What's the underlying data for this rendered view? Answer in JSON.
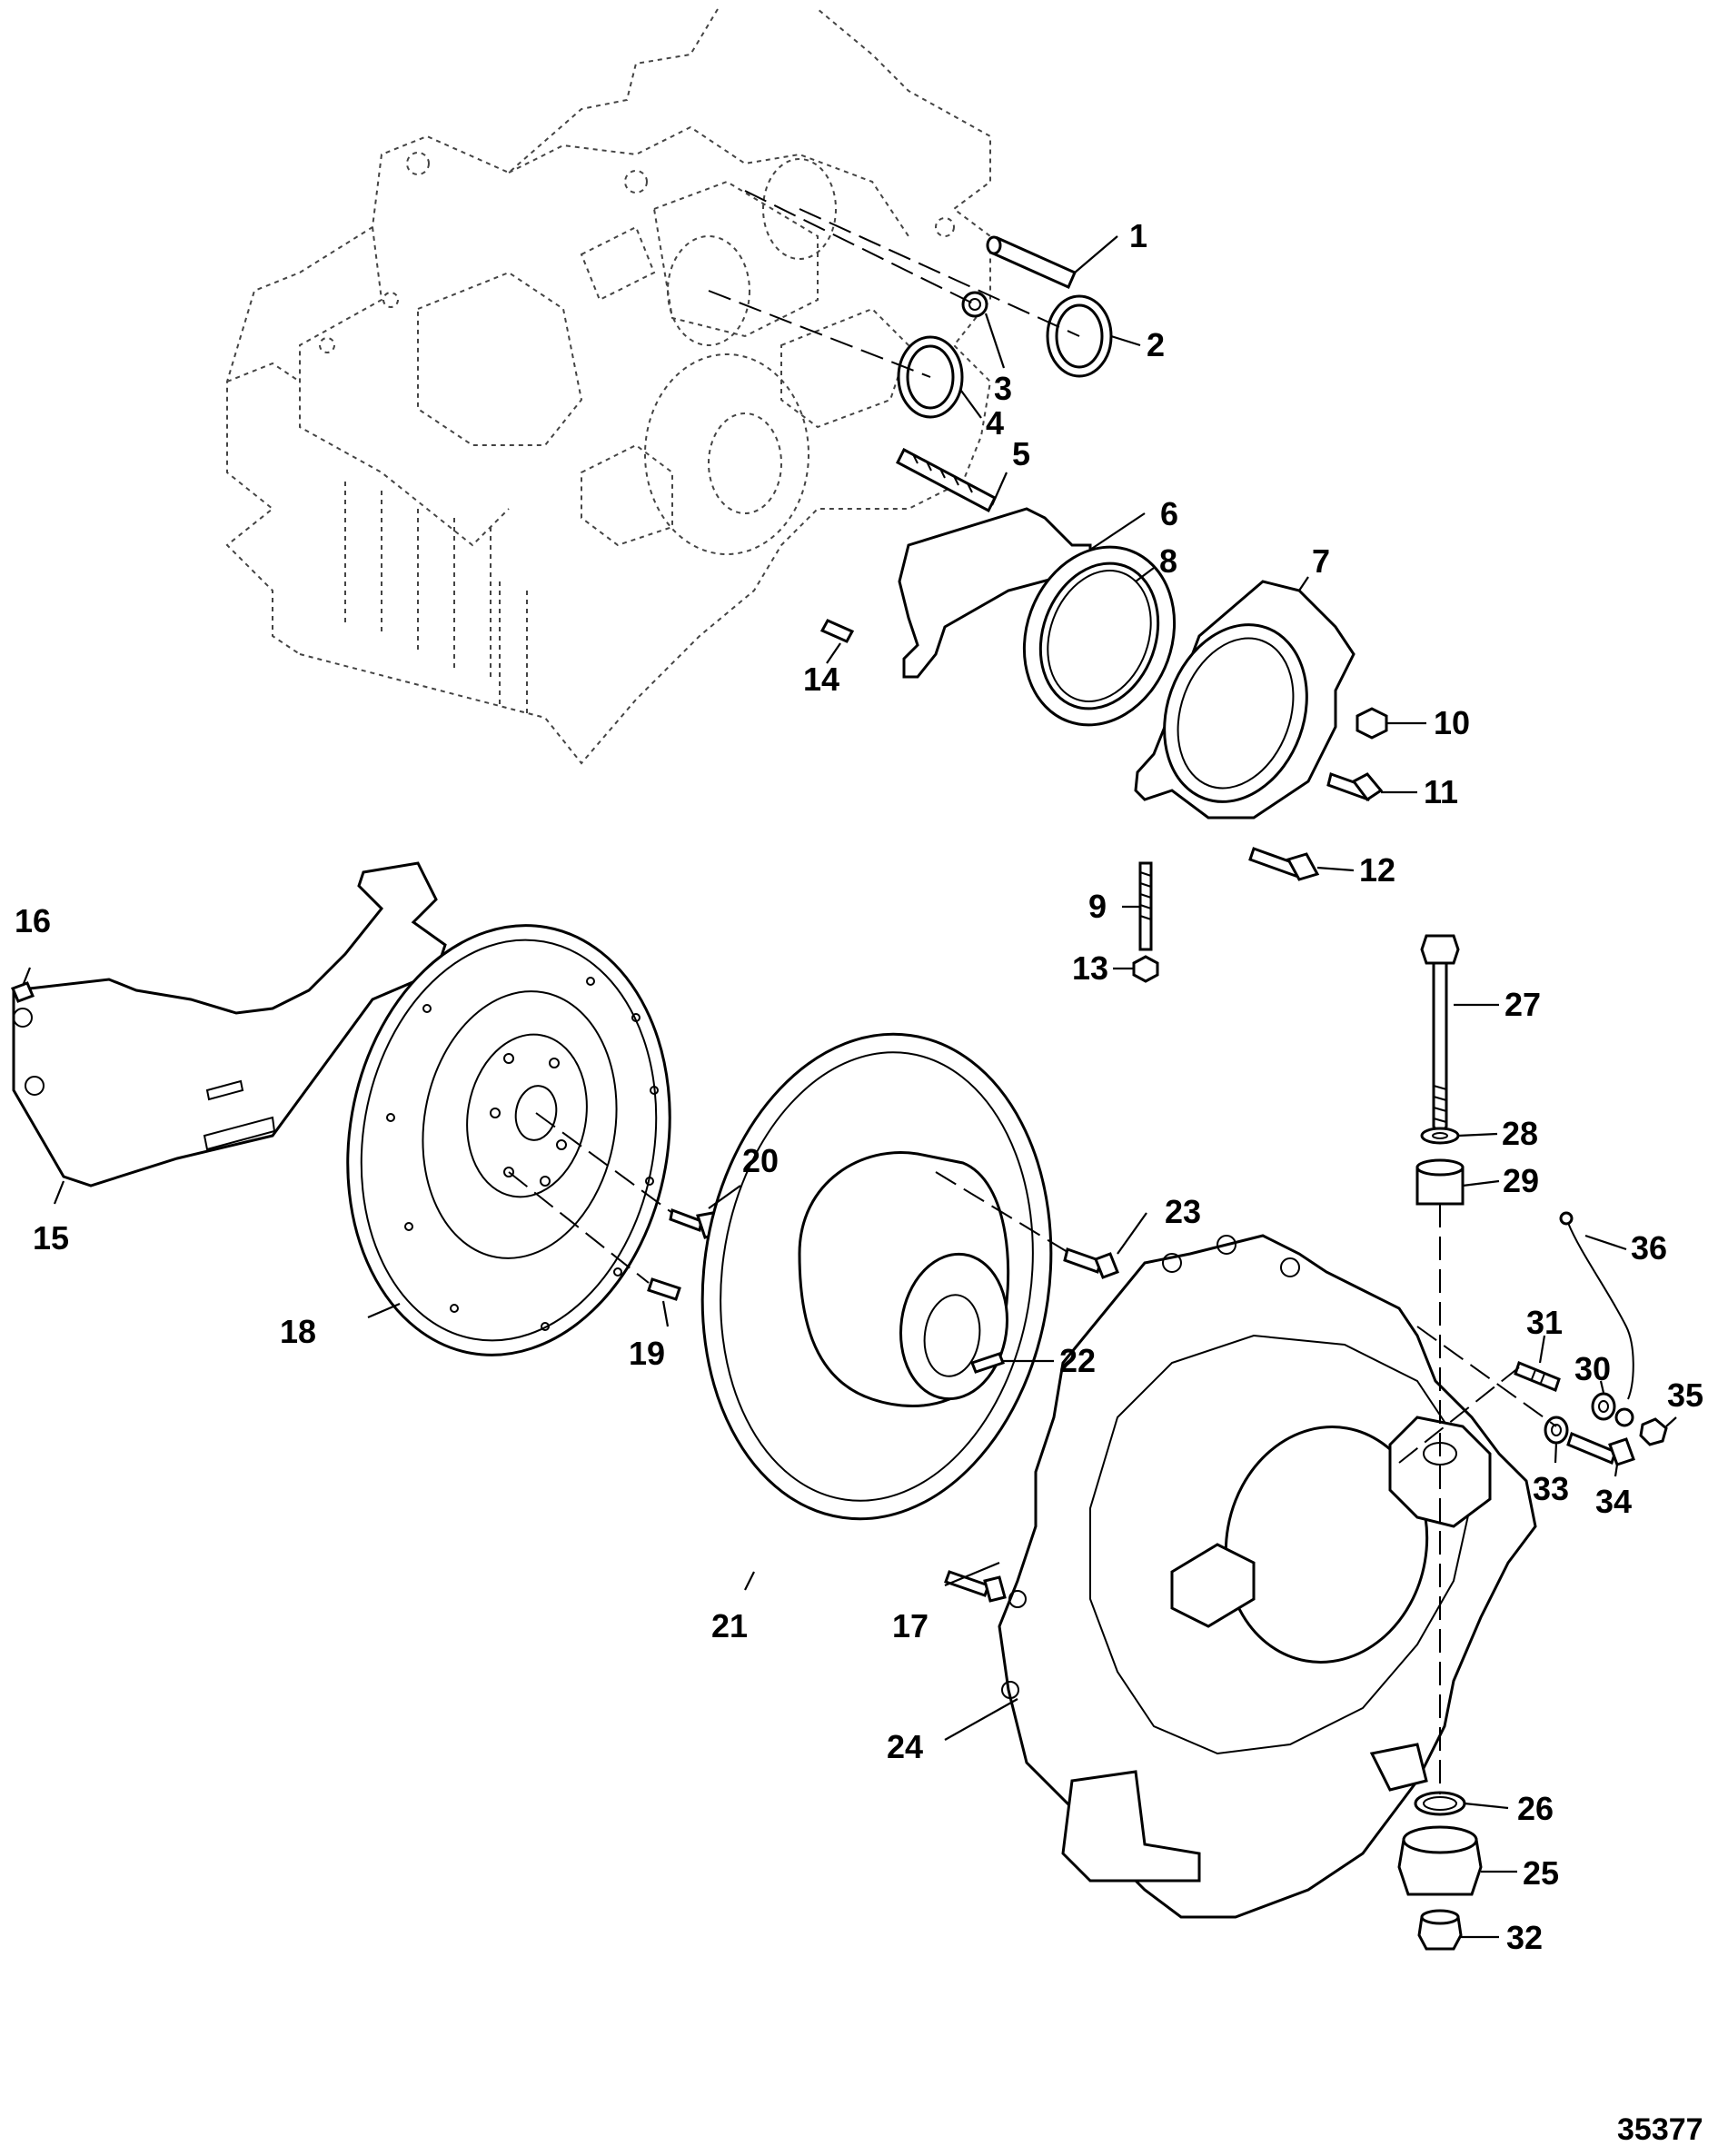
{
  "figure_number": "35377",
  "callouts": [
    {
      "id": "c1",
      "text": "1"
    },
    {
      "id": "c2",
      "text": "2"
    },
    {
      "id": "c3",
      "text": "3"
    },
    {
      "id": "c4",
      "text": "4"
    },
    {
      "id": "c5",
      "text": "5"
    },
    {
      "id": "c6",
      "text": "6"
    },
    {
      "id": "c7",
      "text": "7"
    },
    {
      "id": "c8",
      "text": "8"
    },
    {
      "id": "c9",
      "text": "9"
    },
    {
      "id": "c10",
      "text": "10"
    },
    {
      "id": "c11",
      "text": "11"
    },
    {
      "id": "c12",
      "text": "12"
    },
    {
      "id": "c13",
      "text": "13"
    },
    {
      "id": "c14",
      "text": "14"
    },
    {
      "id": "c15",
      "text": "15"
    },
    {
      "id": "c16",
      "text": "16"
    },
    {
      "id": "c17",
      "text": "17"
    },
    {
      "id": "c18",
      "text": "18"
    },
    {
      "id": "c19",
      "text": "19"
    },
    {
      "id": "c20",
      "text": "20"
    },
    {
      "id": "c21",
      "text": "21"
    },
    {
      "id": "c22",
      "text": "22"
    },
    {
      "id": "c23",
      "text": "23"
    },
    {
      "id": "c24",
      "text": "24"
    },
    {
      "id": "c25",
      "text": "25"
    },
    {
      "id": "c26",
      "text": "26"
    },
    {
      "id": "c27",
      "text": "27"
    },
    {
      "id": "c28",
      "text": "28"
    },
    {
      "id": "c29",
      "text": "29"
    },
    {
      "id": "c30",
      "text": "30"
    },
    {
      "id": "c31",
      "text": "31"
    },
    {
      "id": "c32",
      "text": "32"
    },
    {
      "id": "c33",
      "text": "33"
    },
    {
      "id": "c34",
      "text": "34"
    },
    {
      "id": "c35",
      "text": "35"
    },
    {
      "id": "c36",
      "text": "36"
    }
  ]
}
